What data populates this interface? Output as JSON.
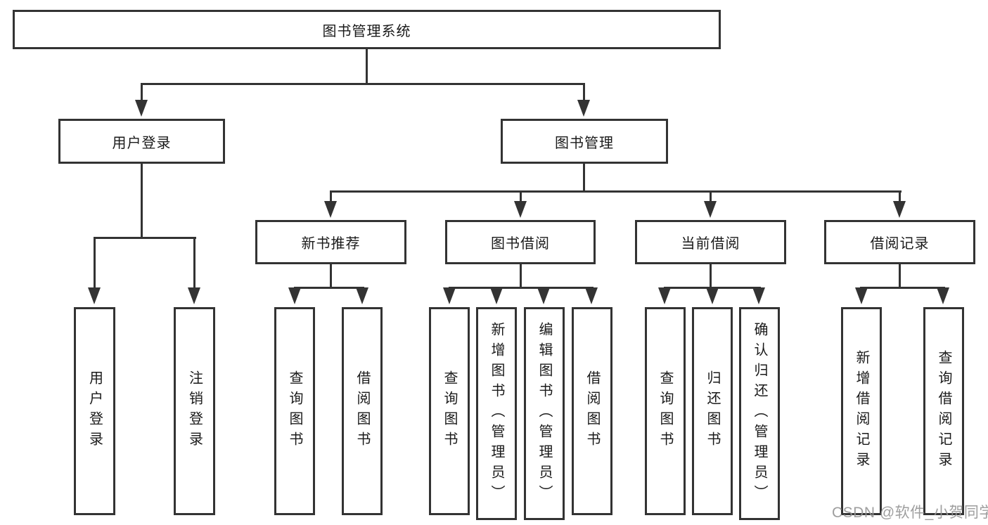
{
  "diagram": {
    "root": {
      "label": "图书管理系统"
    },
    "branches": [
      {
        "label": "用户登录",
        "children": [
          {
            "label": "用户登录"
          },
          {
            "label": "注销登录"
          }
        ]
      },
      {
        "label": "图书管理",
        "sections": [
          {
            "label": "新书推荐",
            "children": [
              {
                "label": "查询图书"
              },
              {
                "label": "借阅图书"
              }
            ]
          },
          {
            "label": "图书借阅",
            "children": [
              {
                "label": "查询图书"
              },
              {
                "label": "新增图书（管理员）"
              },
              {
                "label": "编辑图书（管理员）"
              },
              {
                "label": "借阅图书"
              }
            ]
          },
          {
            "label": "当前借阅",
            "children": [
              {
                "label": "查询图书"
              },
              {
                "label": "归还图书"
              },
              {
                "label": "确认归还（管理员）"
              }
            ]
          },
          {
            "label": "借阅记录",
            "children": [
              {
                "label": "新增借阅记录"
              },
              {
                "label": "查询借阅记录"
              }
            ]
          }
        ]
      }
    ]
  },
  "watermark": {
    "text": "CSDN @软件_小贺同学"
  },
  "colors": {
    "line": "#333333",
    "border": "#333333",
    "text": "#1a1a1a",
    "watermark": "#969696",
    "background": "#ffffff"
  }
}
